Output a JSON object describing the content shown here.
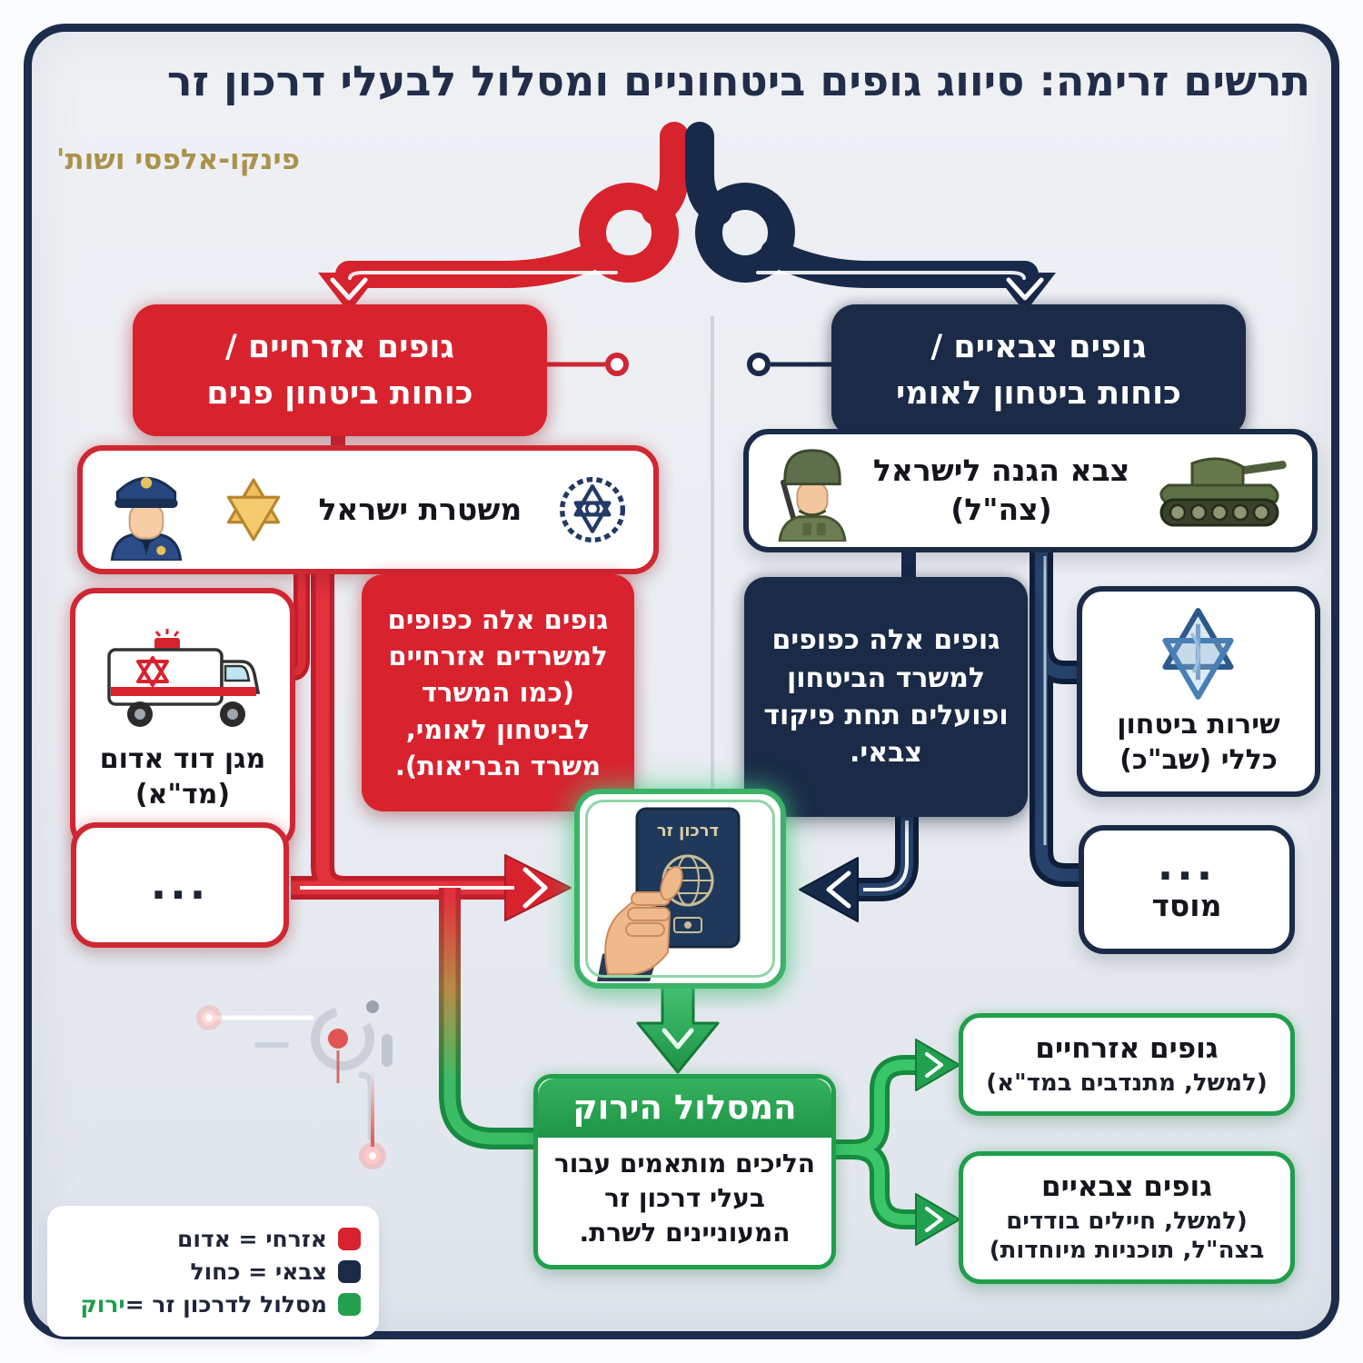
{
  "title": "תרשים זרימה: סיווג גופים ביטחוניים ומסלול לבעלי דרכון זר",
  "subtitle": "פינקו-אלפסי ושות'",
  "colors": {
    "red": "#d6232e",
    "navy": "#1a2a47",
    "green": "#22a04f",
    "gold": "#ab914b"
  },
  "left_branch": {
    "header_line1": "גופים אזרחיים /",
    "header_line2": "כוחות ביטחון פנים",
    "police_label": "משטרת ישראל",
    "mda_line1": "מגן דוד אדום",
    "mda_line2": "(מד\"א)",
    "note": "גופים אלה כפופים למשרדים אזרחיים (כמו המשרד לביטחון לאומי, משרד הבריאות).",
    "more": "..."
  },
  "right_branch": {
    "header_line1": "גופים צבאיים /",
    "header_line2": "כוחות ביטחון לאומי",
    "idf_line1": "צבא הגנה לישראל",
    "idf_line2": "(צה\"ל)",
    "note": "גופים אלה כפופים למשרד הביטחון ופועלים תחת פיקוד צבאי.",
    "shabak_line1": "שירות ביטחון",
    "shabak_line2": "כללי (שב\"כ)",
    "mossad_more": "...",
    "mossad_label": "מוסד"
  },
  "passport": {
    "label": "דרכון זר"
  },
  "green_path": {
    "header": "המסלול הירוק",
    "body": "הליכים מותאמים עבור בעלי דרכון זר המעוניינים לשרת.",
    "civil_title": "גופים אזרחיים",
    "civil_sub": "(למשל, מתנדבים במד\"א)",
    "military_title": "גופים צבאיים",
    "military_sub": "(למשל, חיילים בודדים בצה\"ל, תוכניות מיוחדות)"
  },
  "legend": {
    "civil_label": "אזרחי = אדום",
    "military_label": "צבאי = כחול",
    "path_label_prefix": "מסלול לדרכון זר = ",
    "path_label_green": "ירוק",
    "swatches": {
      "civil": "#d6232e",
      "military": "#1a2a47",
      "path": "#22a04f"
    }
  }
}
